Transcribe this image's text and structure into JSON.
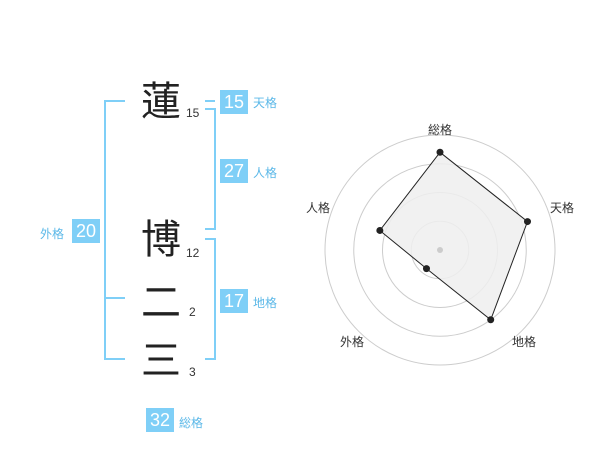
{
  "characters": [
    {
      "char": "蓮",
      "strokes": "15"
    },
    {
      "char": "博",
      "strokes": "12"
    },
    {
      "char": "二",
      "strokes": "2"
    },
    {
      "char": "三",
      "strokes": "3"
    }
  ],
  "grids": {
    "tenkaku": {
      "value": "15",
      "label": "天格"
    },
    "jinkaku": {
      "value": "27",
      "label": "人格"
    },
    "chikaku": {
      "value": "17",
      "label": "地格"
    },
    "gaikaku": {
      "value": "20",
      "label": "外格"
    },
    "soukaku": {
      "value": "32",
      "label": "総格"
    }
  },
  "chart_data": {
    "type": "radar",
    "axes": [
      "総格",
      "天格",
      "地格",
      "外格",
      "人格"
    ],
    "values": [
      0.85,
      0.8,
      0.75,
      0.2,
      0.55
    ],
    "rings": 4,
    "series_color": "#222222",
    "fill_color": "#EEEEEE",
    "ring_color": "#CCCCCC"
  }
}
